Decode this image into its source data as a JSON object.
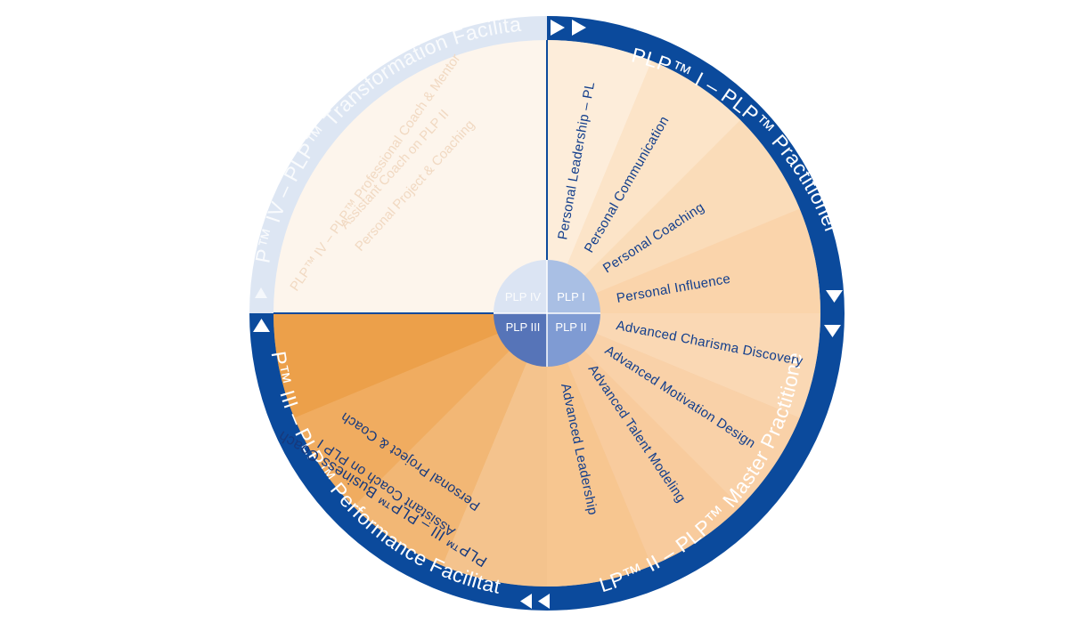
{
  "ring": {
    "plp1": "PLP™ I – PLP™ Practitioner",
    "plp2": "PLP™ II – PLP™ Master Practitioner",
    "plp3": "PLP™ III – PLP™ Performance Facilitator",
    "plp4": "PLP™ IV – PLP™ Transformation Facilitator"
  },
  "quadrant1": {
    "items": [
      "Personal Leadership – PL",
      "Personal Communication",
      "Personal Coaching",
      "Personal Influence"
    ]
  },
  "quadrant2": {
    "items": [
      "Advanced Charisma Discovery",
      "Advanced Motivation Design",
      "Advanced Talent Modeling",
      "Advanced Leadership"
    ]
  },
  "quadrant3": {
    "items": [
      "PLP™ III – PLP™ Business Coach",
      "Assistant Coach on PLP I",
      "Personal Project & Coach"
    ]
  },
  "quadrant4": {
    "items": [
      "PLP™ IV – PLP™ Professional Coach & Mentor",
      "Assistant Coach on PLP II",
      "Personal Project & Coaching"
    ]
  },
  "hub": {
    "q1": "PLP I",
    "q2": "PLP II",
    "q3": "PLP III",
    "q4": "PLP IV"
  },
  "colors": {
    "ring_blue": "#0b4a9c",
    "ring_faded": "#dde6f3",
    "q4_fill": "#fdf5ec",
    "q1_gradient": [
      "#fdeedd",
      "#f9d3a8"
    ],
    "q2_gradient": [
      "#f9d7b4",
      "#f6c48e"
    ],
    "q3_gradient": [
      "#f3c088",
      "#eb9c40"
    ],
    "hub_q1": "#a9bfe4",
    "hub_q2": "#7f9bd3",
    "hub_q3": "#5674b8",
    "hub_q4": "#dbe4f3"
  }
}
